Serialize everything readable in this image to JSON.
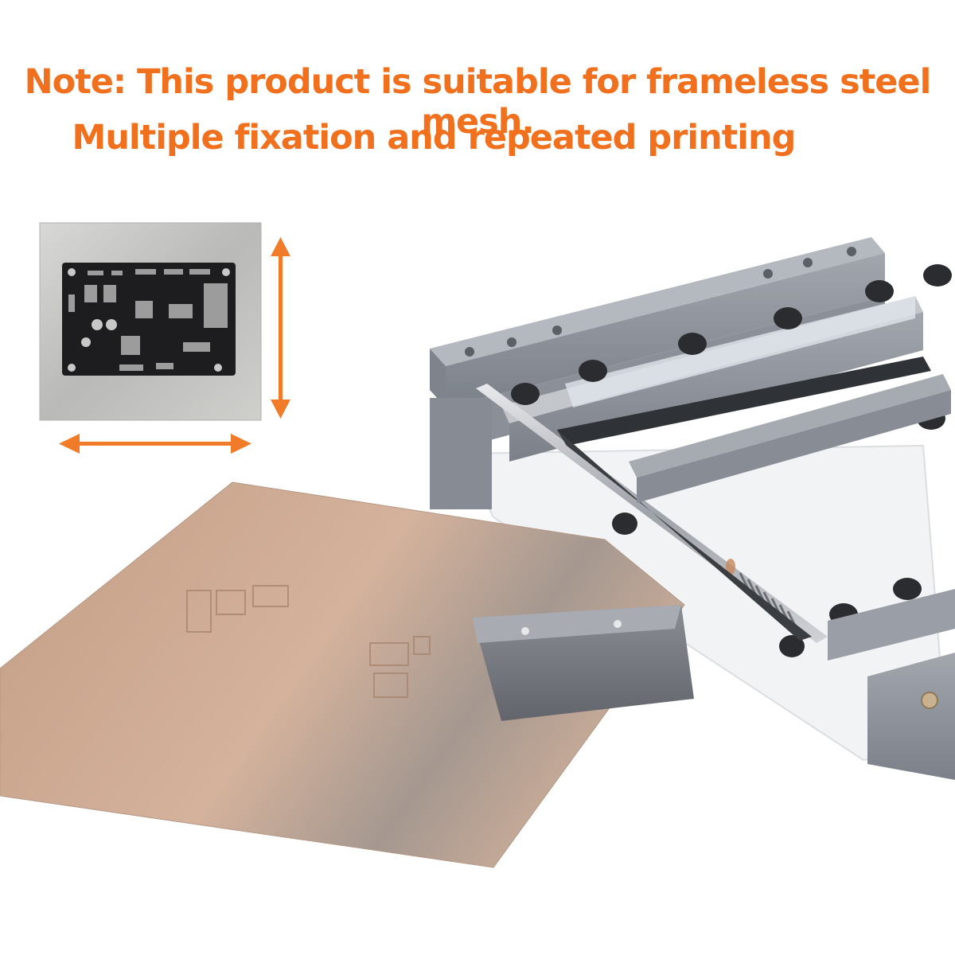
{
  "heading": {
    "line1": "Note: This product is suitable for frameless steel mesh.",
    "line2": "Multiple fixation and repeated printing"
  },
  "colors": {
    "accent": "#f0701e",
    "frame": "#8a8e96",
    "stencil": "#c9a58c"
  },
  "icons": {
    "vertical_arrow": "double-arrow-vertical",
    "horizontal_arrow": "double-arrow-horizontal"
  }
}
